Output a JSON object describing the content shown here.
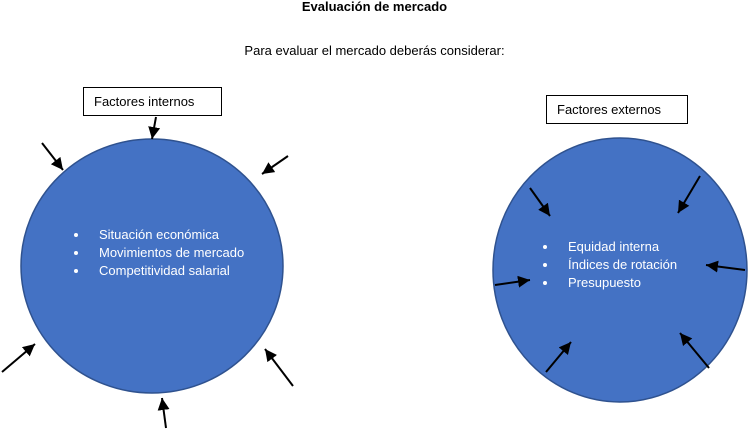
{
  "title": "Evaluación de mercado",
  "subtitle": "Para evaluar el mercado deberás considerar:",
  "internal": {
    "label": "Factores internos",
    "items": [
      "Situación económica",
      "Movimientos de mercado",
      "Competitividad salarial"
    ]
  },
  "external": {
    "label": "Factores externos",
    "items": [
      "Equidad interna",
      "Índices de rotación",
      "Presupuesto"
    ]
  },
  "colors": {
    "circle_fill": "#4472c4",
    "circle_stroke": "#2f528f",
    "text_on_circle": "#ffffff",
    "arrow": "#000000"
  }
}
